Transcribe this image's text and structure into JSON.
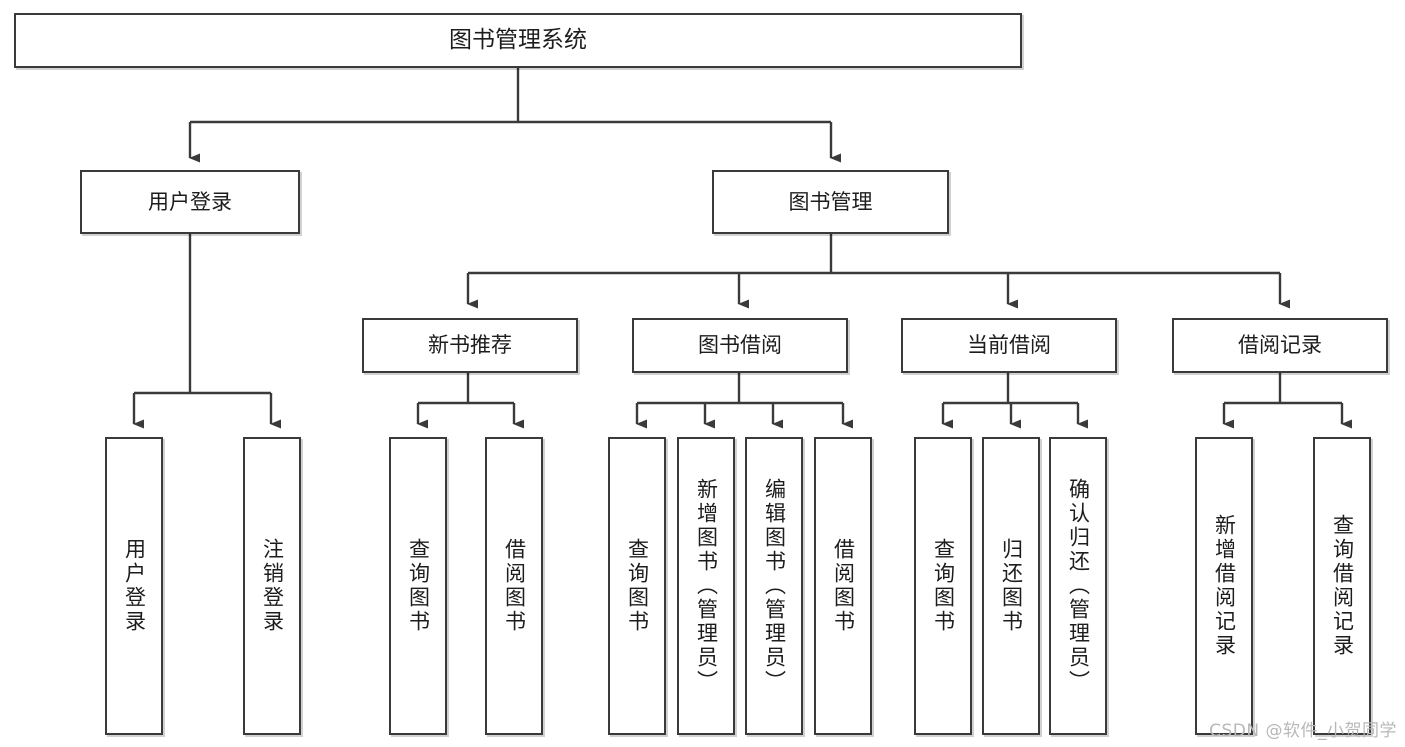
{
  "diagram": {
    "title": "图书管理系统",
    "type": "tree-hierarchy",
    "levels": {
      "root": "图书管理系统",
      "level1": [
        "用户登录",
        "图书管理"
      ],
      "level2": [
        "新书推荐",
        "图书借阅",
        "当前借阅",
        "借阅记录"
      ]
    },
    "nodes": {
      "root": {
        "label": "图书管理系统"
      },
      "user_login": {
        "label": "用户登录"
      },
      "book_manage": {
        "label": "图书管理"
      },
      "new_book_rec": {
        "label": "新书推荐"
      },
      "book_borrow": {
        "label": "图书借阅"
      },
      "current_borrow": {
        "label": "当前借阅"
      },
      "borrow_record": {
        "label": "借阅记录"
      },
      "leaf_user_login": {
        "label": "用户登录"
      },
      "leaf_logout": {
        "label": "注销登录"
      },
      "leaf_query_book_a": {
        "label": "查询图书"
      },
      "leaf_borrow_book_a": {
        "label": "借阅图书"
      },
      "leaf_query_book_b": {
        "label": "查询图书"
      },
      "leaf_add_book": {
        "label": "新增图书（管理员）"
      },
      "leaf_edit_book": {
        "label": "编辑图书（管理员）"
      },
      "leaf_borrow_book_b": {
        "label": "借阅图书"
      },
      "leaf_query_book_c": {
        "label": "查询图书"
      },
      "leaf_return_book": {
        "label": "归还图书"
      },
      "leaf_confirm_return": {
        "label": "确认归还（管理员）"
      },
      "leaf_add_record": {
        "label": "新增借阅记录"
      },
      "leaf_query_record": {
        "label": "查询借阅记录"
      }
    }
  },
  "watermark": {
    "text": "CSDN @软件_小贺同学"
  },
  "colors": {
    "stroke": "#3a3a3a",
    "text": "#1d1d1d",
    "background": "#ffffff",
    "watermark": "#b8b8b8"
  }
}
